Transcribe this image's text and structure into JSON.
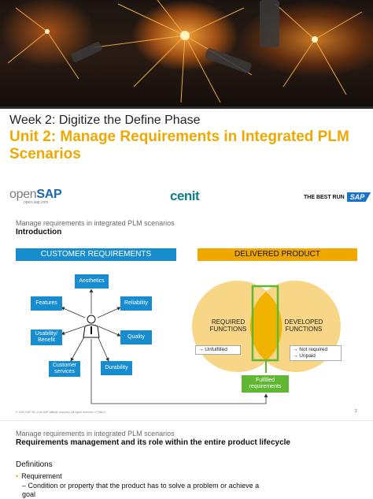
{
  "header": {
    "week": "Week 2: Digitize the Define Phase",
    "unit": "Unit 2: Manage Requirements in Integrated PLM Scenarios"
  },
  "logos": {
    "opensap_open": "open",
    "opensap_sap": "SAP",
    "opensap_sub": "open.sap.com",
    "cenit": "cenit",
    "sap_tagline": "THE BEST RUN",
    "sap": "SAP"
  },
  "slide1": {
    "subtitle": "Manage requirements in integrated PLM scenarios",
    "title": "Introduction",
    "customer_header": "CUSTOMER REQUIREMENTS",
    "delivered_header": "DELIVERED PRODUCT",
    "requirements": {
      "aesthetics": "Aesthetics",
      "features": "Features",
      "reliability": "Reliability",
      "usability": "Usability/ Benefit",
      "quality": "Quality",
      "customer_services": "Customer services",
      "durability": "Durability"
    },
    "required_functions": "REQUIRED FUNCTIONS",
    "developed_functions": "DEVELOPED FUNCTIONS",
    "unfulfilled": "→ Unfulfilled",
    "not_required": "→ Not required",
    "unpaid": "→ Unpaid",
    "fulfilled": "Fulfilled requirements",
    "footer": "© 2022 SAP SE or an SAP affiliate company. All rights reserved. ǀ PUBLIC",
    "page": "2"
  },
  "slide2": {
    "subtitle": "Manage requirements in integrated PLM scenarios",
    "title": "Requirements management and its role within the entire product lifecycle",
    "definitions": "Definitions",
    "bullet": "Requirement",
    "sub_bullet": "– Condition or property that the product has to solve a problem or achieve a goal"
  },
  "colors": {
    "accent_orange": "#f0a800",
    "sap_blue": "#178ccf",
    "green": "#5fb734",
    "venn_yellow": "#f7d27a"
  }
}
